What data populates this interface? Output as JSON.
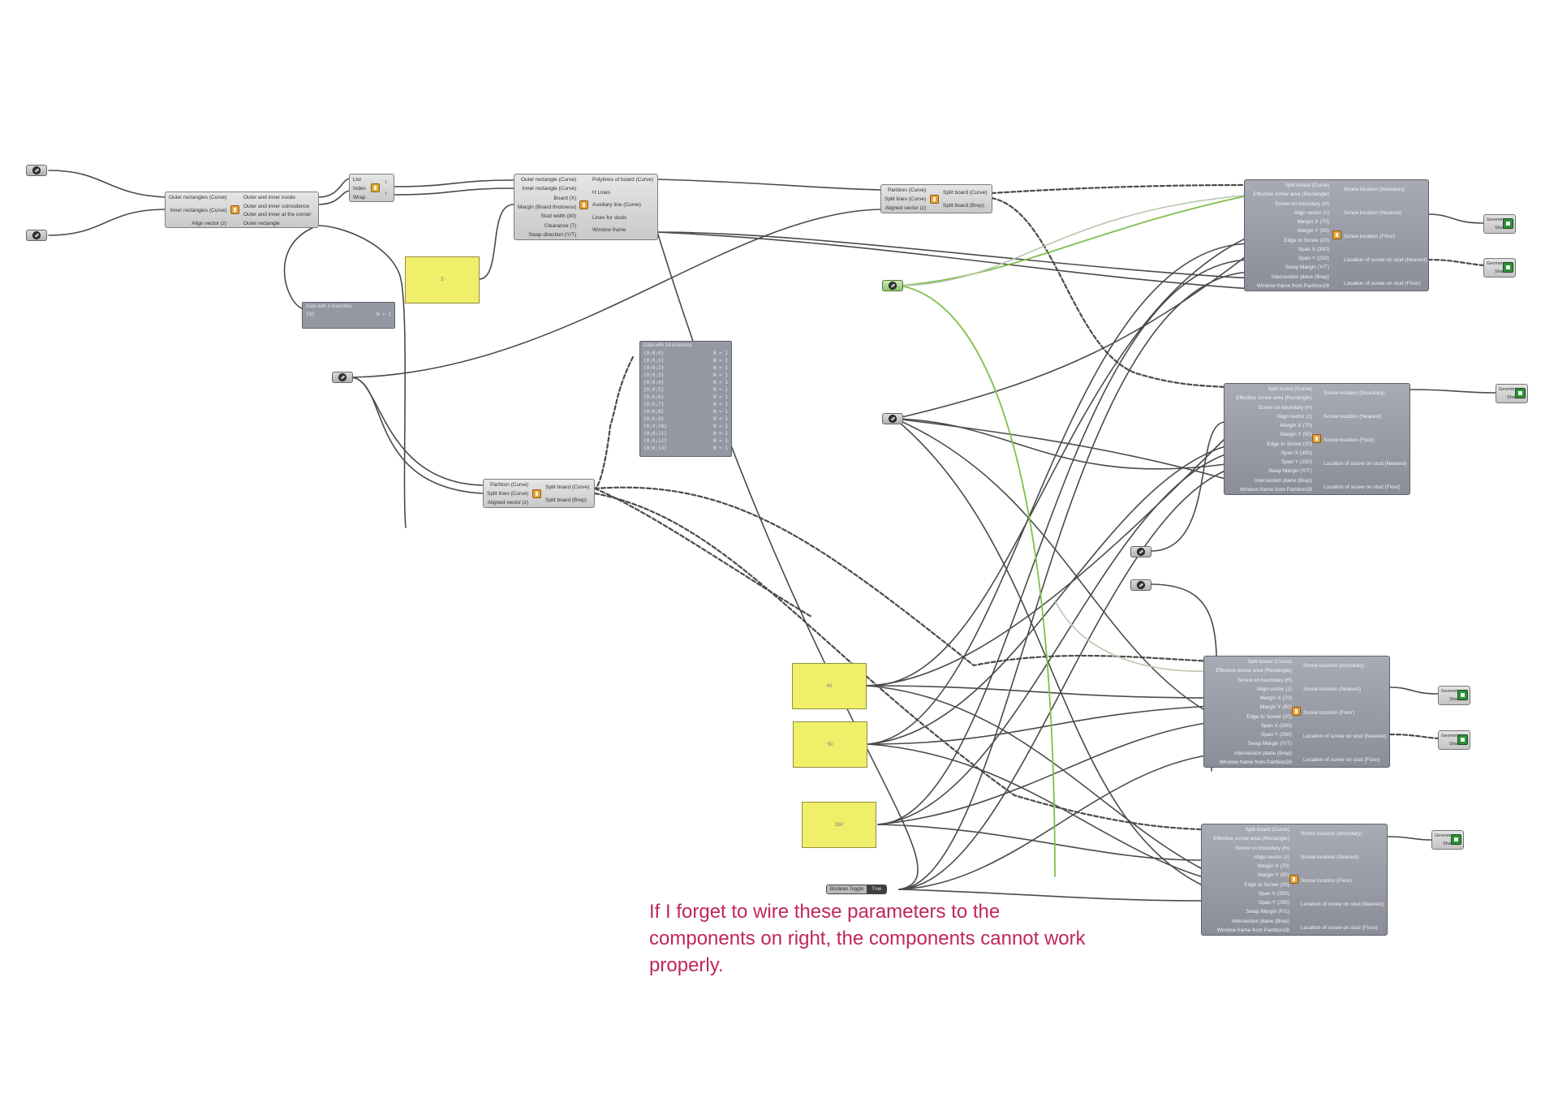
{
  "canvas": {
    "background": "#ffffff",
    "wire_color": "#444444",
    "green_wire_color": "#7fbf4d"
  },
  "components": {
    "rectangles": {
      "inputs": [
        "Outer rectangles (Curve)",
        "Inner rectangles (Curve)",
        "Align vector (z)"
      ],
      "outputs": [
        "Outer and inner inside",
        "Outer and inner coincidence",
        "Outer and inner at the corner",
        "Outer rectangle"
      ]
    },
    "list": {
      "inputs": [
        "List",
        "Index",
        "Wrap"
      ],
      "outputs": [
        "i",
        "i"
      ]
    },
    "board": {
      "inputs": [
        "Outer rectangle (Curve)",
        "Inner rectangle (Curve)",
        "Board (X)",
        "Margin (Board thickness)",
        "Stud width (80)",
        "Clearance (7)",
        "Swap direction (Y/T)"
      ],
      "outputs": [
        "Polylines of board (Curve)",
        "H Lines",
        "Auxiliary line (Curve)",
        "Lines for studs",
        "Window frame"
      ]
    },
    "partition_top": {
      "inputs": [
        "Partition (Curve)",
        "Split lines (Curve)",
        "Aligned vector (z)"
      ],
      "outputs": [
        "Split board (Curve)",
        "Split board (Brep)"
      ]
    },
    "partition_mid": {
      "inputs": [
        "Partition (Curve)",
        "Split lines (Curve)",
        "Aligned vector (z)"
      ],
      "outputs": [
        "Split board (Curve)",
        "Split board (Brep)"
      ]
    },
    "screw_1": {
      "inputs": [
        "Split board (Curve)",
        "Effective screw area (Rectangle)",
        "Screw on boundary (H)",
        "Align vector (z)",
        "Margin X (70)",
        "Margin Y (50)",
        "Edge to Screw (20)",
        "Span X (300)",
        "Span Y (250)",
        "Swap Margin (Y/T)",
        "Intersection plane (Brep)",
        "Window frame from Partition28"
      ],
      "outputs": [
        "Screw location (boundary)",
        "Screw location (Nearest)",
        "Screw location (Floor)",
        "Location of screw on stud (Nearest)",
        "Location of screw on stud (Floor)"
      ]
    },
    "screw_2": {
      "inputs": [
        "Split board (Curve)",
        "Effective screw area (Rectangle)",
        "Screw on boundary (H)",
        "Align vector (z)",
        "Margin X (70)",
        "Margin Y (50)",
        "Edge to Screw (20)",
        "Span X (300)",
        "Span Y (250)",
        "Swap Margin (Y/T)",
        "Intersection plane (Brep)",
        "Window frame from Partition28"
      ],
      "outputs": [
        "Screw location (boundary)",
        "Screw location (Nearest)",
        "Screw location (Floor)",
        "Location of screw on stud (Nearest)",
        "Location of screw on stud (Floor)"
      ]
    },
    "screw_3": {
      "inputs": [
        "Split board (Curve)",
        "Effective screw area (Rectangle)",
        "Screw on boundary (H)",
        "Align vector (z)",
        "Margin X (70)",
        "Margin Y (50)",
        "Edge to Screw (20)",
        "Span X (300)",
        "Span Y (250)",
        "Swap Margin (Y/T)",
        "Intersection plane (Brep)",
        "Window frame from Partition28"
      ],
      "outputs": [
        "Screw location (boundary)",
        "Screw location (Nearest)",
        "Screw location (Floor)",
        "Location of screw on stud (Nearest)",
        "Location of screw on stud (Floor)"
      ]
    },
    "screw_4": {
      "inputs": [
        "Split board (Curve)",
        "Effective screw area (Rectangle)",
        "Screw on boundary (H)",
        "Align vector (z)",
        "Margin X (70)",
        "Margin Y (50)",
        "Edge to Screw (20)",
        "Span X (300)",
        "Span Y (250)",
        "Swap Margin (F/1)",
        "Intersection plane (Brep)",
        "Window frame from Partition28"
      ],
      "outputs": [
        "Screw location (boundary)",
        "Screw location (Nearest)",
        "Screw location (Floor)",
        "Location of screw on stud (Nearest)",
        "Location of screw on stud (Floor)"
      ]
    }
  },
  "data_small": {
    "header": "Data with 1 branches",
    "rows": [
      [
        "{0}",
        "N = 1"
      ]
    ]
  },
  "data_large": {
    "header": "Data with 14 branches",
    "rows": [
      [
        "{0;0;0}",
        "N = 1"
      ],
      [
        "{0;0;1}",
        "N = 1"
      ],
      [
        "{0;0;2}",
        "N = 1"
      ],
      [
        "{0;0;3}",
        "N = 1"
      ],
      [
        "{0;0;4}",
        "N = 1"
      ],
      [
        "{0;0;5}",
        "N = 1"
      ],
      [
        "{0;0;6}",
        "N = 1"
      ],
      [
        "{0;0;7}",
        "N = 1"
      ],
      [
        "{0;0;8}",
        "N = 1"
      ],
      [
        "{0;0;9}",
        "N = 1"
      ],
      [
        "{0;0;10}",
        "N = 1"
      ],
      [
        "{0;0;11}",
        "N = 1"
      ],
      [
        "{0;0;12}",
        "N = 1"
      ],
      [
        "{0;0;13}",
        "N = 1"
      ]
    ]
  },
  "panels": {
    "p1": "5",
    "p2": "40",
    "p3": "50",
    "p4": "350"
  },
  "preview": {
    "line1": "Geometry",
    "line2": "Shader"
  },
  "toggle": {
    "label": "Boolean Toggle",
    "value": "True"
  },
  "note": "If I forget to wire these parameters to the components on right, the components cannot work properly."
}
